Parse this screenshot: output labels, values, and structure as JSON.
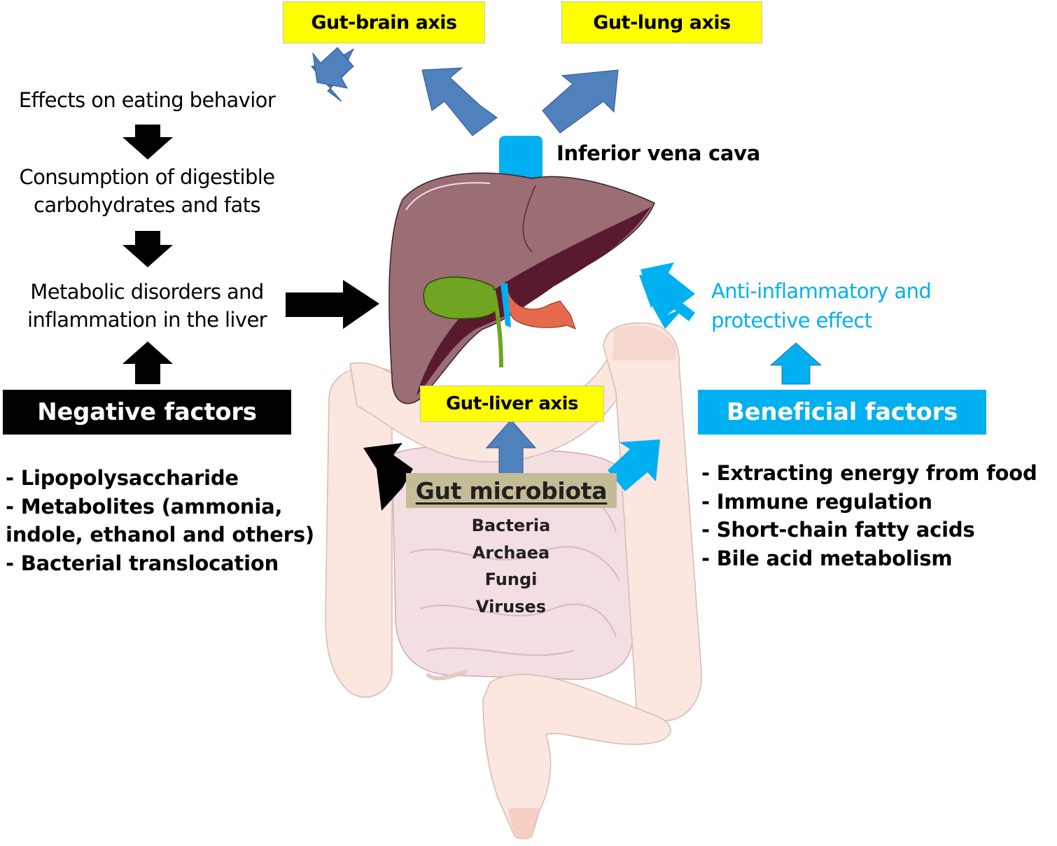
{
  "axes": {
    "gut_brain": "Gut-brain axis",
    "gut_lung": "Gut-lung axis",
    "gut_liver": "Gut-liver axis"
  },
  "anatomy": {
    "ivc_label": "Inferior vena cava",
    "organs": [
      "liver-icon",
      "gallbladder-icon",
      "intestine-icon"
    ]
  },
  "left_flow": {
    "step1": "Effects on eating behavior",
    "step2_line1": "Consumption of digestible",
    "step2_line2": "carbohydrates and fats",
    "step3_line1": "Metabolic disorders and",
    "step3_line2": "inflammation in the liver"
  },
  "negative": {
    "title": "Negative factors",
    "items": [
      "- Lipopolysaccharide",
      "- Metabolites (ammonia,",
      "indole, ethanol and others)",
      "- Bacterial translocation"
    ]
  },
  "beneficial": {
    "title": "Beneficial factors",
    "effect_line1": "Anti-inflammatory and",
    "effect_line2": "protective effect",
    "items": [
      "- Extracting energy from food",
      "- Immune regulation",
      "- Short-chain fatty acids",
      "- Bile acid metabolism"
    ]
  },
  "microbiota": {
    "title": "Gut microbiota",
    "members": [
      "Bacteria",
      "Archaea",
      "Fungi",
      "Viruses"
    ]
  },
  "colors": {
    "axis_box": "#ffff00",
    "blue_arrow": "#4f81bd",
    "cyan_accent": "#00b0f0",
    "negative_box": "#000000",
    "microbiota_box": "#c4bc96",
    "liver": "#9b6d75",
    "gallbladder": "#6fa521",
    "intestine": "#fbe3dc"
  }
}
